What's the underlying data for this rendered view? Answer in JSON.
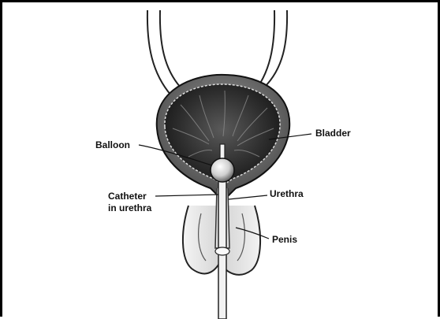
{
  "labels": {
    "balloon": "Balloon",
    "bladder": "Bladder",
    "catheter_line1": "Catheter",
    "catheter_line2": "in urethra",
    "urethra": "Urethra",
    "penis": "Penis"
  }
}
